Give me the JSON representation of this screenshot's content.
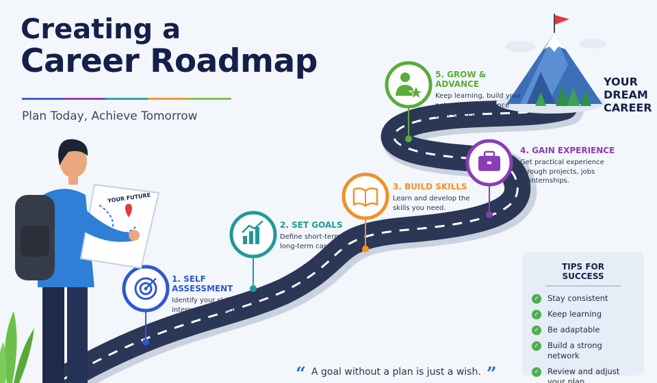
{
  "title": {
    "line1": "Creating a",
    "line2": "Career Roadmap",
    "subtitle": "Plan Today, Achieve Tomorrow"
  },
  "accent_colors": [
    "#3f63d6",
    "#8e44b8",
    "#2ba6a0",
    "#f29a2e",
    "#7cc24a"
  ],
  "steps": [
    {
      "label": "1. SELF ASSESSMENT",
      "desc1": "Identify your skills,",
      "desc2": "interests and values.",
      "color": "#2f58d0",
      "icon": "target-icon"
    },
    {
      "label": "2. SET GOALS",
      "desc1": "Define short-term and",
      "desc2": "long-term career goals.",
      "color": "#1f9a99",
      "icon": "bar-chart-icon"
    },
    {
      "label": "3. BUILD SKILLS",
      "desc1": "Learn and develop the",
      "desc2": "skills you need.",
      "color": "#ef9128",
      "icon": "book-icon"
    },
    {
      "label": "4. GAIN EXPERIENCE",
      "desc1": "Get practical experience",
      "desc2": "through projects, jobs",
      "desc3": "or internships.",
      "color": "#8a3db5",
      "icon": "briefcase-icon"
    },
    {
      "label": "5. GROW & ADVANCE",
      "desc1": "Keep learning, build your",
      "desc2": "network and advance",
      "desc3": "your career.",
      "color": "#5bab3a",
      "icon": "person-star-icon"
    }
  ],
  "destination": {
    "line1": "YOUR",
    "line2": "DREAM",
    "line3": "CAREER"
  },
  "map_label": "YOUR FUTURE",
  "tips": {
    "title": "TIPS FOR SUCCESS",
    "items": [
      "Stay consistent",
      "Keep learning",
      "Be adaptable",
      "Build a strong network",
      "Review and adjust your plan"
    ]
  },
  "quote": {
    "open": "“",
    "text": "A goal without a plan is just a wish.",
    "close": "”"
  }
}
